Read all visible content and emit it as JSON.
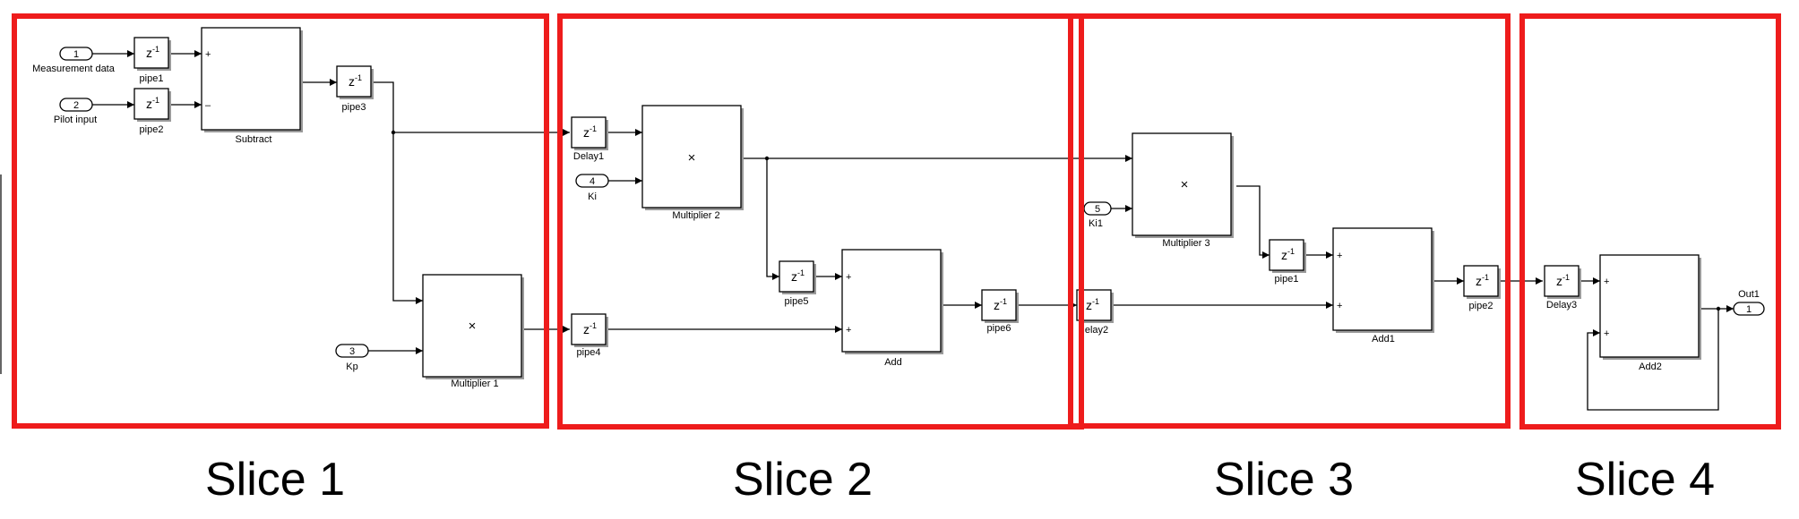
{
  "delay_symbol": {
    "base": "z",
    "exponent": "-1"
  },
  "multiply_symbol": "×",
  "colors": {
    "slice_border": "#ee1c1c",
    "block_stroke": "#000000",
    "shadow": "#9a9a9a"
  },
  "slices": [
    {
      "title": "Slice 1"
    },
    {
      "title": "Slice 2"
    },
    {
      "title": "Slice 3"
    },
    {
      "title": "Slice 4"
    }
  ],
  "inports": [
    {
      "number": "1",
      "label": "Measurement data"
    },
    {
      "number": "2",
      "label": "Pilot input"
    },
    {
      "number": "3",
      "label": "Kp"
    },
    {
      "number": "4",
      "label": "Ki"
    },
    {
      "number": "5",
      "label": "Ki1"
    }
  ],
  "outport": {
    "number": "1",
    "label": "Out1"
  },
  "delays": [
    {
      "label": "pipe1"
    },
    {
      "label": "pipe2"
    },
    {
      "label": "pipe3"
    },
    {
      "label": "Delay1"
    },
    {
      "label": "pipe4"
    },
    {
      "label": "pipe5"
    },
    {
      "label": "pipe6"
    },
    {
      "label": "elay2"
    },
    {
      "label": "pipe1"
    },
    {
      "label": "pipe2"
    },
    {
      "label": "Delay3"
    }
  ],
  "operators": [
    {
      "label": "Subtract",
      "signs": [
        "+",
        "–"
      ]
    },
    {
      "label": "Multiplier 1"
    },
    {
      "label": "Multiplier 2"
    },
    {
      "label": "Add",
      "signs": [
        "+",
        "+"
      ]
    },
    {
      "label": "Multiplier 3"
    },
    {
      "label": "Add1",
      "signs": [
        "+",
        "+"
      ]
    },
    {
      "label": "Add2",
      "signs": [
        "+",
        "+"
      ]
    }
  ]
}
